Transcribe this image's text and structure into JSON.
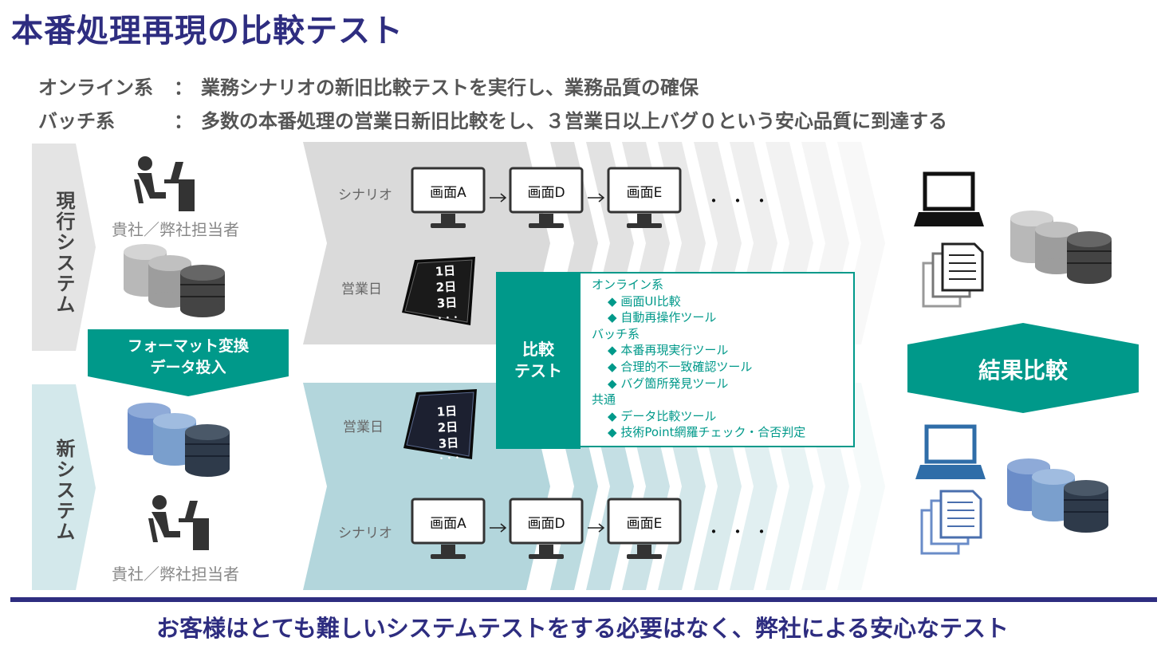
{
  "title": "本番処理再現の比較テスト",
  "summary": [
    {
      "label": "オンライン系",
      "colon": "：",
      "text": "業務シナリオの新旧比較テストを実行し、業務品質の確保"
    },
    {
      "label": "バッチ系",
      "colon": "：",
      "text": "多数の本番処理の営業日新旧比較をし、３営業日以上バグ０という安心品質に到達する"
    }
  ],
  "current_system": {
    "label": "現行システム",
    "person_label": "貴社／弊社担当者",
    "scenario_label": "シナリオ",
    "business_day_label": "営業日",
    "screens": [
      "画面A",
      "画面D",
      "画面E"
    ],
    "days": [
      "1日",
      "2日",
      "3日",
      "・・・"
    ]
  },
  "new_system": {
    "label": "新システム",
    "person_label": "貴社／弊社担当者",
    "scenario_label": "シナリオ",
    "business_day_label": "営業日",
    "screens": [
      "画面A",
      "画面D",
      "画面E"
    ],
    "days": [
      "1日",
      "2日",
      "3日",
      "・・・"
    ]
  },
  "ellipsis": "・・・",
  "format_conversion": [
    "フォーマット変換",
    "データ投入"
  ],
  "compare_test": [
    "比較",
    "テスト"
  ],
  "tools": [
    {
      "category": "オンライン系",
      "items": [
        "画面UI比較",
        "自動再操作ツール"
      ]
    },
    {
      "category": "バッチ系",
      "items": [
        "本番再現実行ツール",
        "合理的不一致確認ツール",
        "バグ箇所発見ツール"
      ]
    },
    {
      "category": "共通",
      "items": [
        "データ比較ツール",
        "技術Point網羅チェック・合否判定"
      ]
    }
  ],
  "result_compare": "結果比較",
  "footer": "お客様はとても難しいシステムテストをする必要はなく、弊社による安心なテスト",
  "colors": {
    "title": "#2e2d80",
    "teal": "#00998a",
    "gray_band": "#dcdcdc",
    "blue_band": "#b7d9de",
    "blue_db": "#6f8fc6",
    "dark_db": "#3a4656"
  }
}
